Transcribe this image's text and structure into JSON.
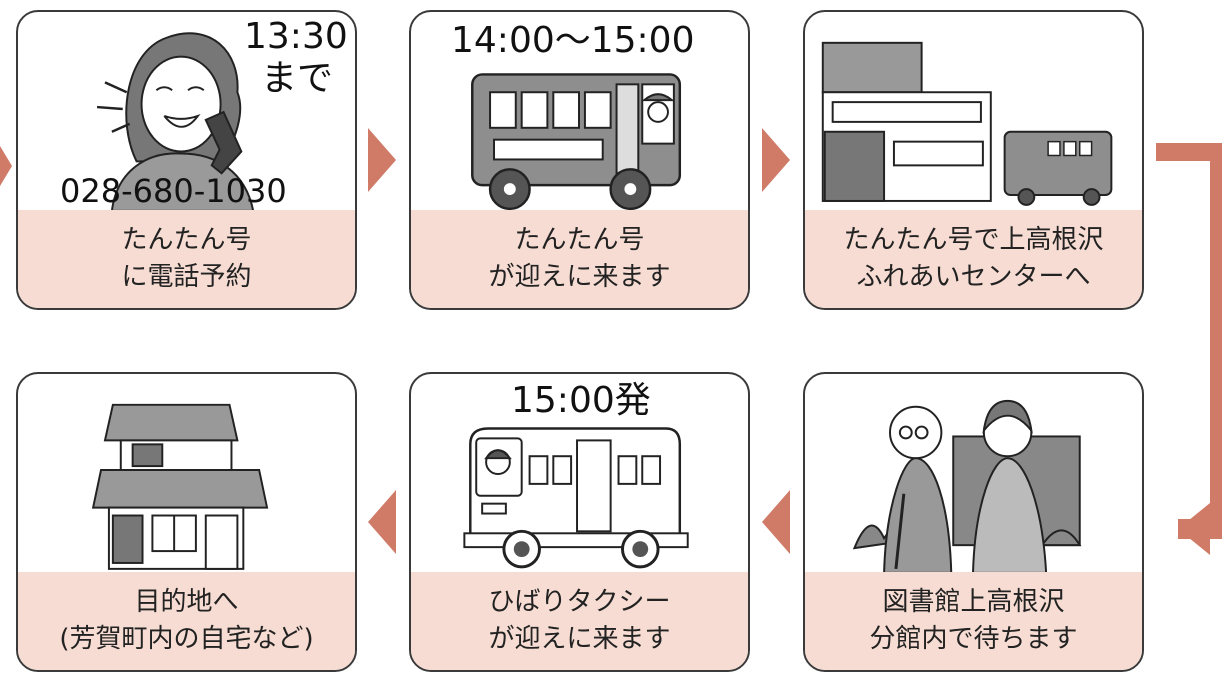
{
  "steps": [
    {
      "id": "call",
      "caption": [
        "たんたん号",
        "に電話予約"
      ],
      "time": "13:30",
      "time2": "まで",
      "phone": "028-680-1030",
      "icon": "woman-phone-icon"
    },
    {
      "id": "pickup",
      "caption": [
        "たんたん号",
        "が迎えに来ます"
      ],
      "time": "14:00～15:00",
      "icon": "tantan-bus-icon"
    },
    {
      "id": "center",
      "caption": [
        "たんたん号で上高根沢",
        "ふれあいセンターへ"
      ],
      "icon": "building-bus-icon"
    },
    {
      "id": "wait",
      "caption": [
        "図書館上高根沢",
        "分館内で待ちます"
      ],
      "icon": "elderly-couple-icon"
    },
    {
      "id": "taxi",
      "caption": [
        "ひばりタクシー",
        "が迎えに来ます"
      ],
      "time": "15:00発",
      "icon": "taxi-bus-icon"
    },
    {
      "id": "home",
      "caption": [
        "目的地へ",
        "(芳賀町内の自宅など)"
      ],
      "icon": "house-icon"
    }
  ],
  "colors": {
    "arrow": "#cf7b68",
    "caption_bg": "#f6dcd2",
    "border": "#3a3a3a"
  }
}
